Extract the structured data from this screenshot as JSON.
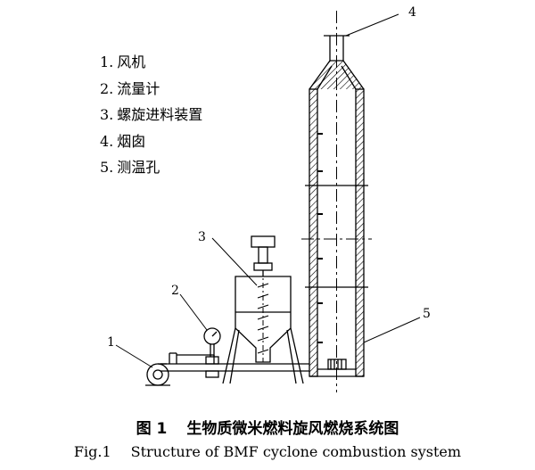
{
  "legend": [
    {
      "num": "1.",
      "text": "风机"
    },
    {
      "num": "2.",
      "text": "流量计"
    },
    {
      "num": "3.",
      "text": "螺旋进料装置"
    },
    {
      "num": "4.",
      "text": "烟囱"
    },
    {
      "num": "5.",
      "text": "测温孔"
    }
  ],
  "callouts": [
    "1",
    "2",
    "3",
    "4",
    "5"
  ],
  "caption_cn": {
    "fig_no": "图 1",
    "text": "生物质微米燃料旋风燃烧系统图"
  },
  "caption_en": {
    "fig_no": "Fig.1",
    "text": "Structure of BMF cyclone combustion system"
  },
  "colors": {
    "stroke": "#000000",
    "background": "#ffffff"
  }
}
